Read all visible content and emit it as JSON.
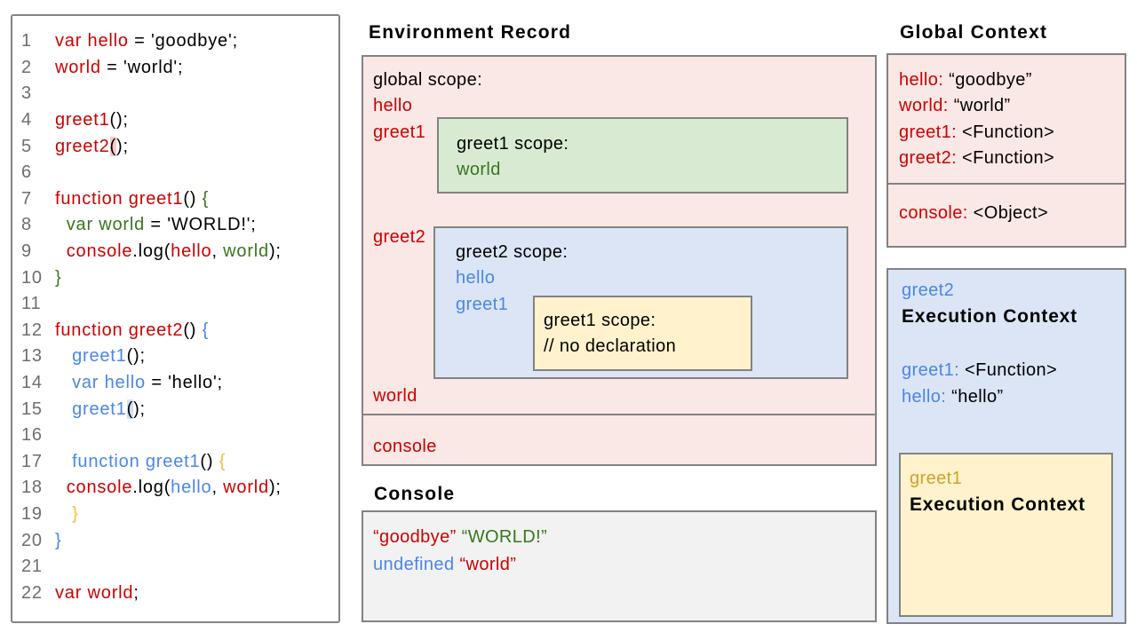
{
  "palette": {
    "syntax_red": "#cc0000",
    "syntax_green": "#38761d",
    "syntax_blue": "#4a86e8",
    "syntax_gold": "#f1c232",
    "gold_label": "#cfa229",
    "line_number_gray": "#6e6e6e",
    "pink_box_bg": "#fae8e6",
    "green_box_bg": "#d9ead3",
    "blue_box_bg": "#dbe5f6",
    "yellow_box_bg": "#fff2cc",
    "console_box_bg": "#f2f2f2",
    "border_gray": "#828282",
    "paren_highlight_pink": "#f6caca",
    "paren_highlight_blue": "#cfe0f5"
  },
  "code_panel": {
    "lines": [
      {
        "num": "1",
        "segs": [
          {
            "t": "var hello",
            "c": "red"
          },
          {
            "t": " = 'goodbye';",
            "c": "black"
          }
        ]
      },
      {
        "num": "2",
        "segs": [
          {
            "t": "world",
            "c": "red"
          },
          {
            "t": " = 'world';",
            "c": "black"
          }
        ]
      },
      {
        "num": "3",
        "segs": []
      },
      {
        "num": "4",
        "segs": [
          {
            "t": "greet1",
            "c": "red"
          },
          {
            "t": "();",
            "c": "black"
          }
        ]
      },
      {
        "num": "5",
        "segs": [
          {
            "t": "greet2",
            "c": "red"
          },
          {
            "t": "(",
            "c": "black",
            "hl": "pink"
          },
          {
            "t": ");",
            "c": "black"
          }
        ]
      },
      {
        "num": "6",
        "segs": []
      },
      {
        "num": "7",
        "segs": [
          {
            "t": "function greet1",
            "c": "red"
          },
          {
            "t": "() ",
            "c": "black"
          },
          {
            "t": "{",
            "c": "green"
          }
        ]
      },
      {
        "num": "8",
        "segs": [
          {
            "t": "  ",
            "c": "black"
          },
          {
            "t": "var world",
            "c": "green"
          },
          {
            "t": " = 'WORLD!';",
            "c": "black"
          }
        ]
      },
      {
        "num": "9",
        "segs": [
          {
            "t": "  ",
            "c": "black"
          },
          {
            "t": "console",
            "c": "red"
          },
          {
            "t": ".log(",
            "c": "black"
          },
          {
            "t": "hello",
            "c": "red"
          },
          {
            "t": ", ",
            "c": "black"
          },
          {
            "t": "world",
            "c": "green"
          },
          {
            "t": ");",
            "c": "black"
          }
        ]
      },
      {
        "num": "10",
        "segs": [
          {
            "t": "}",
            "c": "green"
          }
        ]
      },
      {
        "num": "11",
        "segs": []
      },
      {
        "num": "12",
        "segs": [
          {
            "t": "function greet2",
            "c": "red"
          },
          {
            "t": "() ",
            "c": "black"
          },
          {
            "t": "{",
            "c": "blue"
          }
        ]
      },
      {
        "num": "13",
        "segs": [
          {
            "t": "   ",
            "c": "black"
          },
          {
            "t": "greet1",
            "c": "blue"
          },
          {
            "t": "();",
            "c": "black"
          }
        ]
      },
      {
        "num": "14",
        "segs": [
          {
            "t": "   ",
            "c": "black"
          },
          {
            "t": "var hello",
            "c": "blue"
          },
          {
            "t": " = 'hello';",
            "c": "black"
          }
        ]
      },
      {
        "num": "15",
        "segs": [
          {
            "t": "   ",
            "c": "black"
          },
          {
            "t": "greet1",
            "c": "blue"
          },
          {
            "t": "(",
            "c": "black",
            "hl": "blue"
          },
          {
            "t": ");",
            "c": "black"
          }
        ]
      },
      {
        "num": "16",
        "segs": []
      },
      {
        "num": "17",
        "segs": [
          {
            "t": "   ",
            "c": "black"
          },
          {
            "t": "function greet1",
            "c": "blue"
          },
          {
            "t": "() ",
            "c": "black"
          },
          {
            "t": "{",
            "c": "gold"
          }
        ]
      },
      {
        "num": "18",
        "segs": [
          {
            "t": "  ",
            "c": "black"
          },
          {
            "t": "console",
            "c": "red"
          },
          {
            "t": ".log(",
            "c": "black"
          },
          {
            "t": "hello",
            "c": "blue"
          },
          {
            "t": ", ",
            "c": "black"
          },
          {
            "t": "world",
            "c": "red"
          },
          {
            "t": ");",
            "c": "black"
          }
        ]
      },
      {
        "num": "19",
        "segs": [
          {
            "t": "   ",
            "c": "black"
          },
          {
            "t": "}",
            "c": "gold"
          }
        ]
      },
      {
        "num": "20",
        "segs": [
          {
            "t": "}",
            "c": "blue"
          }
        ]
      },
      {
        "num": "21",
        "segs": []
      },
      {
        "num": "22",
        "segs": [
          {
            "t": "var world",
            "c": "red"
          },
          {
            "t": ";",
            "c": "black"
          }
        ]
      }
    ]
  },
  "environment_record": {
    "title": "Environment Record",
    "global_scope_label": "global scope:",
    "hello": "hello",
    "greet1": "greet1",
    "greet2": "greet2",
    "world": "world",
    "console": "console",
    "greet1_scope": {
      "label": "greet1 scope:",
      "world": "world"
    },
    "greet2_scope": {
      "label": "greet2 scope:",
      "hello": "hello",
      "greet1": "greet1",
      "inner_greet1_scope": {
        "label": "greet1 scope:",
        "comment": "// no declaration"
      }
    }
  },
  "console_panel": {
    "title": "Console",
    "lines": [
      [
        {
          "t": "“goodbye”",
          "c": "red"
        },
        {
          "t": " ",
          "c": "black"
        },
        {
          "t": "“WORLD!”",
          "c": "green"
        }
      ],
      [
        {
          "t": "undefined",
          "c": "blue"
        },
        {
          "t": " ",
          "c": "black"
        },
        {
          "t": "“world”",
          "c": "red"
        }
      ]
    ]
  },
  "global_context": {
    "title": "Global Context",
    "vars": [
      [
        {
          "t": "hello:",
          "c": "red"
        },
        {
          "t": " “goodbye”",
          "c": "black"
        }
      ],
      [
        {
          "t": "world:",
          "c": "red"
        },
        {
          "t": " “world”",
          "c": "black"
        }
      ],
      [
        {
          "t": "greet1:",
          "c": "red"
        },
        {
          "t": " <Function>",
          "c": "black"
        }
      ],
      [
        {
          "t": "greet2:",
          "c": "red"
        },
        {
          "t": " <Function>",
          "c": "black"
        }
      ]
    ],
    "console_var": [
      {
        "t": "console:",
        "c": "red"
      },
      {
        "t": " <Object>",
        "c": "black"
      }
    ]
  },
  "greet2_context": {
    "name": "greet2",
    "title": "Execution Context",
    "vars": [
      [
        {
          "t": "greet1:",
          "c": "blue"
        },
        {
          "t": " <Function>",
          "c": "black"
        }
      ],
      [
        {
          "t": "hello:",
          "c": "blue"
        },
        {
          "t": " “hello”",
          "c": "black"
        }
      ]
    ],
    "greet1_context": {
      "name": "greet1",
      "title": "Execution Context"
    }
  }
}
